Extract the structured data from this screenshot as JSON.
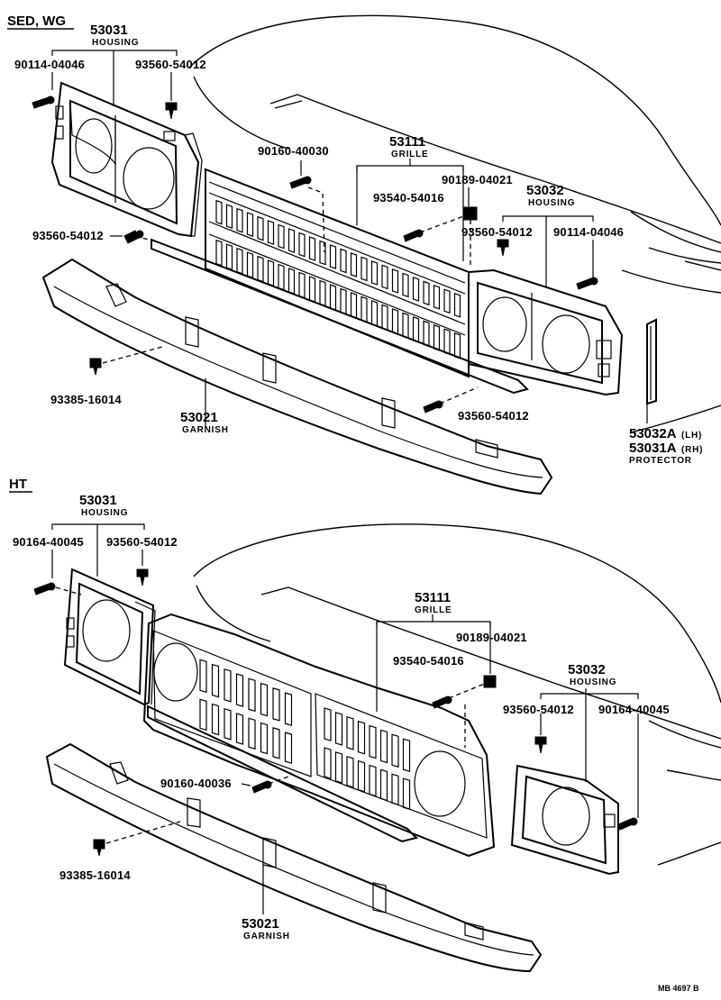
{
  "sections": {
    "sed_wg": "SED, WG",
    "ht": "HT"
  },
  "top": {
    "housing_lh": {
      "num": "53031",
      "name": "HOUSING"
    },
    "screw_lh": "90114-04046",
    "clip_lh": "93560-54012",
    "clip_side": "93560-54012",
    "screw_grille": "90160-40030",
    "grille": {
      "num": "53111",
      "name": "GRILLE"
    },
    "nut": "90189-04021",
    "bolt_grille": "93540-54016",
    "housing_rh": {
      "num": "53032",
      "name": "HOUSING"
    },
    "clip_rh": "93560-54012",
    "screw_rh": "90114-04046",
    "bolt_garnish": "93385-16014",
    "garnish": {
      "num": "53021",
      "name": "GARNISH"
    },
    "clip_bottom": "93560-54012",
    "protector_lh": "53032A",
    "protector_lh_side": "(LH)",
    "protector_rh": "53031A",
    "protector_rh_side": "(RH)",
    "protector_name": "PROTECTOR"
  },
  "bottom": {
    "housing_lh": {
      "num": "53031",
      "name": "HOUSING"
    },
    "screw_lh": "90164-40045",
    "clip_lh": "93560-54012",
    "grille": {
      "num": "53111",
      "name": "GRILLE"
    },
    "nut": "90189-04021",
    "bolt_grille": "93540-54016",
    "housing_rh": {
      "num": "53032",
      "name": "HOUSING"
    },
    "clip_rh": "93560-54012",
    "screw_rh": "90164-40045",
    "screw_grille": "90160-40036",
    "bolt_garnish": "93385-16014",
    "garnish": {
      "num": "53021",
      "name": "GARNISH"
    }
  },
  "ref_code": "MB 4697 B"
}
